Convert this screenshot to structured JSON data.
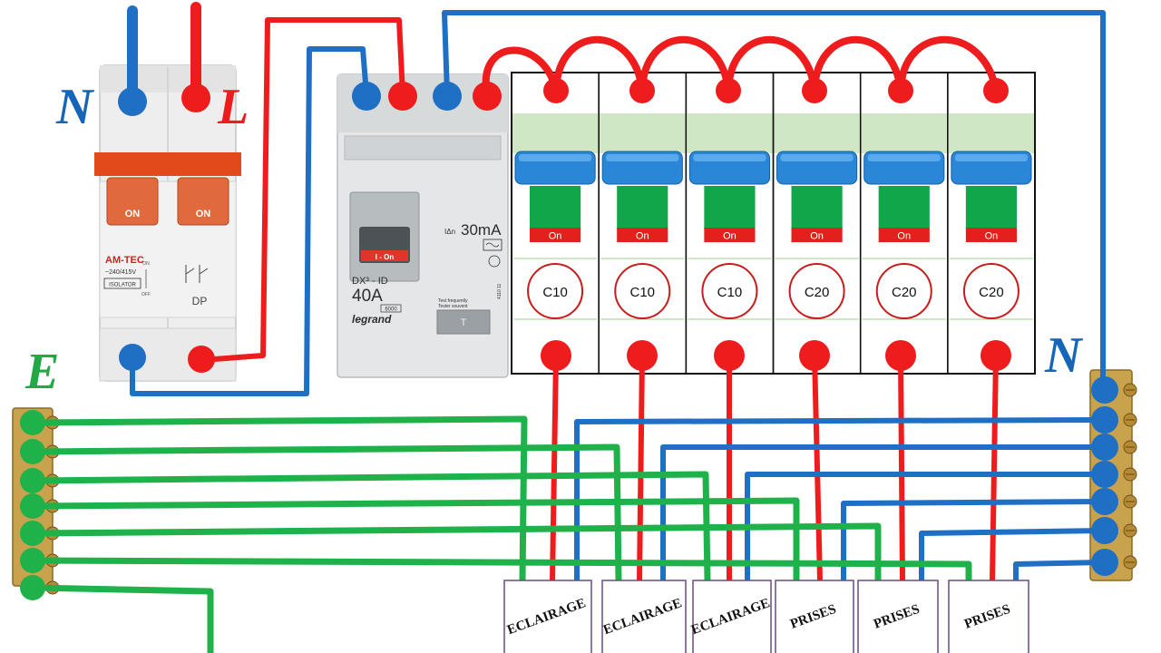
{
  "labels": {
    "neutral_top": "N",
    "live_top": "L",
    "earth": "E",
    "neutral_right": "N"
  },
  "isolator": {
    "brand": "AM-TEC",
    "rating": "~240/415V",
    "tag": "ISOLATOR",
    "left_state": "ON",
    "right_state": "ON",
    "on_mark": "ON",
    "off_mark": "OFF",
    "type": "DP"
  },
  "rcd": {
    "sensitivity": "30mA",
    "prefix": "IΔn",
    "model": "DX³ - ID",
    "current": "40A",
    "brand": "legrand",
    "state": "I - On",
    "rating_box": "6000",
    "test_line1": "Test frequently",
    "test_line2": "Tester souvent",
    "ref": "4110 11",
    "test_button": "T"
  },
  "breakers": [
    {
      "state": "On",
      "rating": "C10"
    },
    {
      "state": "On",
      "rating": "C10"
    },
    {
      "state": "On",
      "rating": "C10"
    },
    {
      "state": "On",
      "rating": "C20"
    },
    {
      "state": "On",
      "rating": "C20"
    },
    {
      "state": "On",
      "rating": "C20"
    }
  ],
  "circuits": [
    "ECLAIRAGE",
    "ECLAIRAGE",
    "ECLAIRAGE",
    "PRISES",
    "PRISES",
    "PRISES"
  ],
  "colors": {
    "live": "#ee1c1c",
    "neutral": "#1f6fc4",
    "earth": "#20b24a",
    "label_blue": "#1565b8",
    "label_green": "#22a845",
    "handle_blue": "#2a86d6",
    "handle_green": "#12a64a",
    "toggle_orange": "#d4532a"
  }
}
